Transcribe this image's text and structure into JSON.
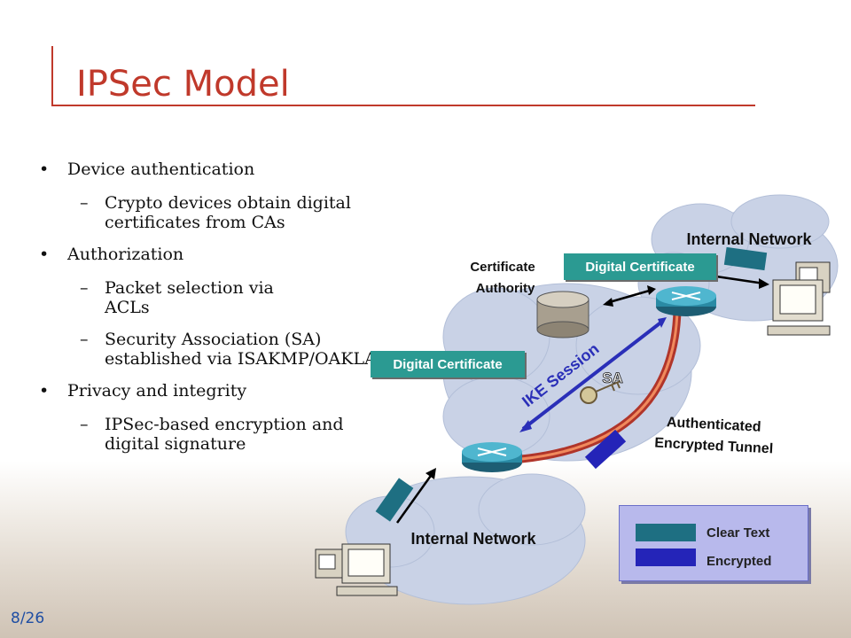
{
  "slide": {
    "title": "IPSec Model",
    "page_number": "8/26"
  },
  "bullets": [
    {
      "text": "Device authentication",
      "level": 1
    },
    {
      "text": "Crypto devices obtain digital certificates from CAs",
      "level": 2
    },
    {
      "text": "Authorization",
      "level": 1
    },
    {
      "text": "Packet selection via ACLs",
      "level": 2
    },
    {
      "text": "Security Association (SA) established via ISAKMP/OAKLAY",
      "level": 2
    },
    {
      "text": "Privacy and integrity",
      "level": 1
    },
    {
      "text": "IPSec-based encryption and digital signature",
      "level": 2
    }
  ],
  "diagram": {
    "internal_network_top": "Internal Network",
    "internal_network_bottom": "Internal Network",
    "certificate_authority_line1": "Certificate",
    "certificate_authority_line2": "Authority",
    "digital_certificate_right": "Digital Certificate",
    "digital_certificate_left": "Digital Certificate",
    "ike_session": "IKE Session",
    "sa": "SA",
    "tunnel_line1": "Authenticated",
    "tunnel_line2": "Encrypted Tunnel"
  },
  "legend": {
    "clear_text": "Clear Text",
    "encrypted": "Encrypted",
    "clear_text_color": "#1e6f82",
    "encrypted_color": "#2424b8"
  },
  "colors": {
    "title": "#c0392b",
    "cloud": "#c9d2e6",
    "certificate_box": "#2b9a92",
    "tunnel_outer": "#c0392b",
    "ike_line": "#2a2fb8",
    "page_number": "#1f4ea3"
  },
  "icons": [
    "router-icon",
    "computer-icon",
    "database-icon",
    "key-icon",
    "packet-icon"
  ]
}
